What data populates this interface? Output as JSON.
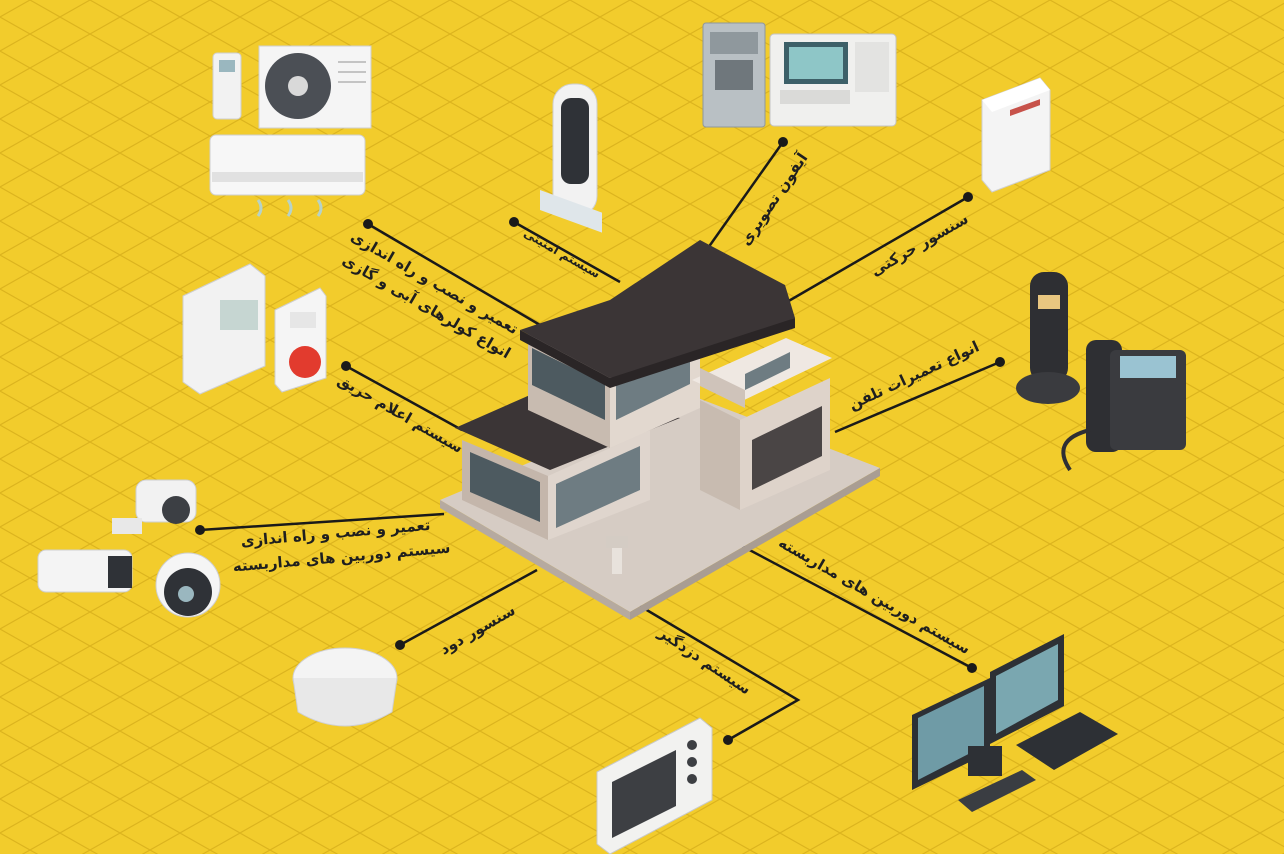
{
  "labels": {
    "ac": [
      "تعمیر و نصب و راه اندازی",
      "انواع کولرهای آبی و گازی"
    ],
    "lock": "سیستم امنیتی",
    "video_intercom": "آیفون تصویری",
    "motion_sensor": "سنسور حرکتی",
    "telephone": "انواع تعمیرات تلفن",
    "fire_alarm": "سیستم اعلام حریق",
    "cctv_install": [
      "تعمیر و نصب و راه اندازی",
      "سیستم دوربین های مداربسته"
    ],
    "smoke_sensor": "سنسور دود",
    "burglar_alarm": "سیستم دزدگیر",
    "cctv_system": "سیستم دوربین های مداربسته"
  },
  "colors": {
    "background": "#f2cc2c",
    "grid": "#d9b21c",
    "connector": "#1a1a1a",
    "roof": "#3b3536",
    "wall": "#cfc3ba",
    "ground": "#d6ccc4"
  },
  "icons": {
    "ac": "air-conditioner-icon",
    "lock": "smart-lock-icon",
    "intercom": "video-intercom-icon",
    "motion": "motion-sensor-icon",
    "phone": "telephone-icon",
    "fire": "fire-alarm-icon",
    "cameras": "cctv-camera-icon",
    "smoke": "smoke-detector-icon",
    "burglar": "alarm-panel-icon",
    "monitors": "monitor-wall-icon",
    "house": "house-icon"
  }
}
